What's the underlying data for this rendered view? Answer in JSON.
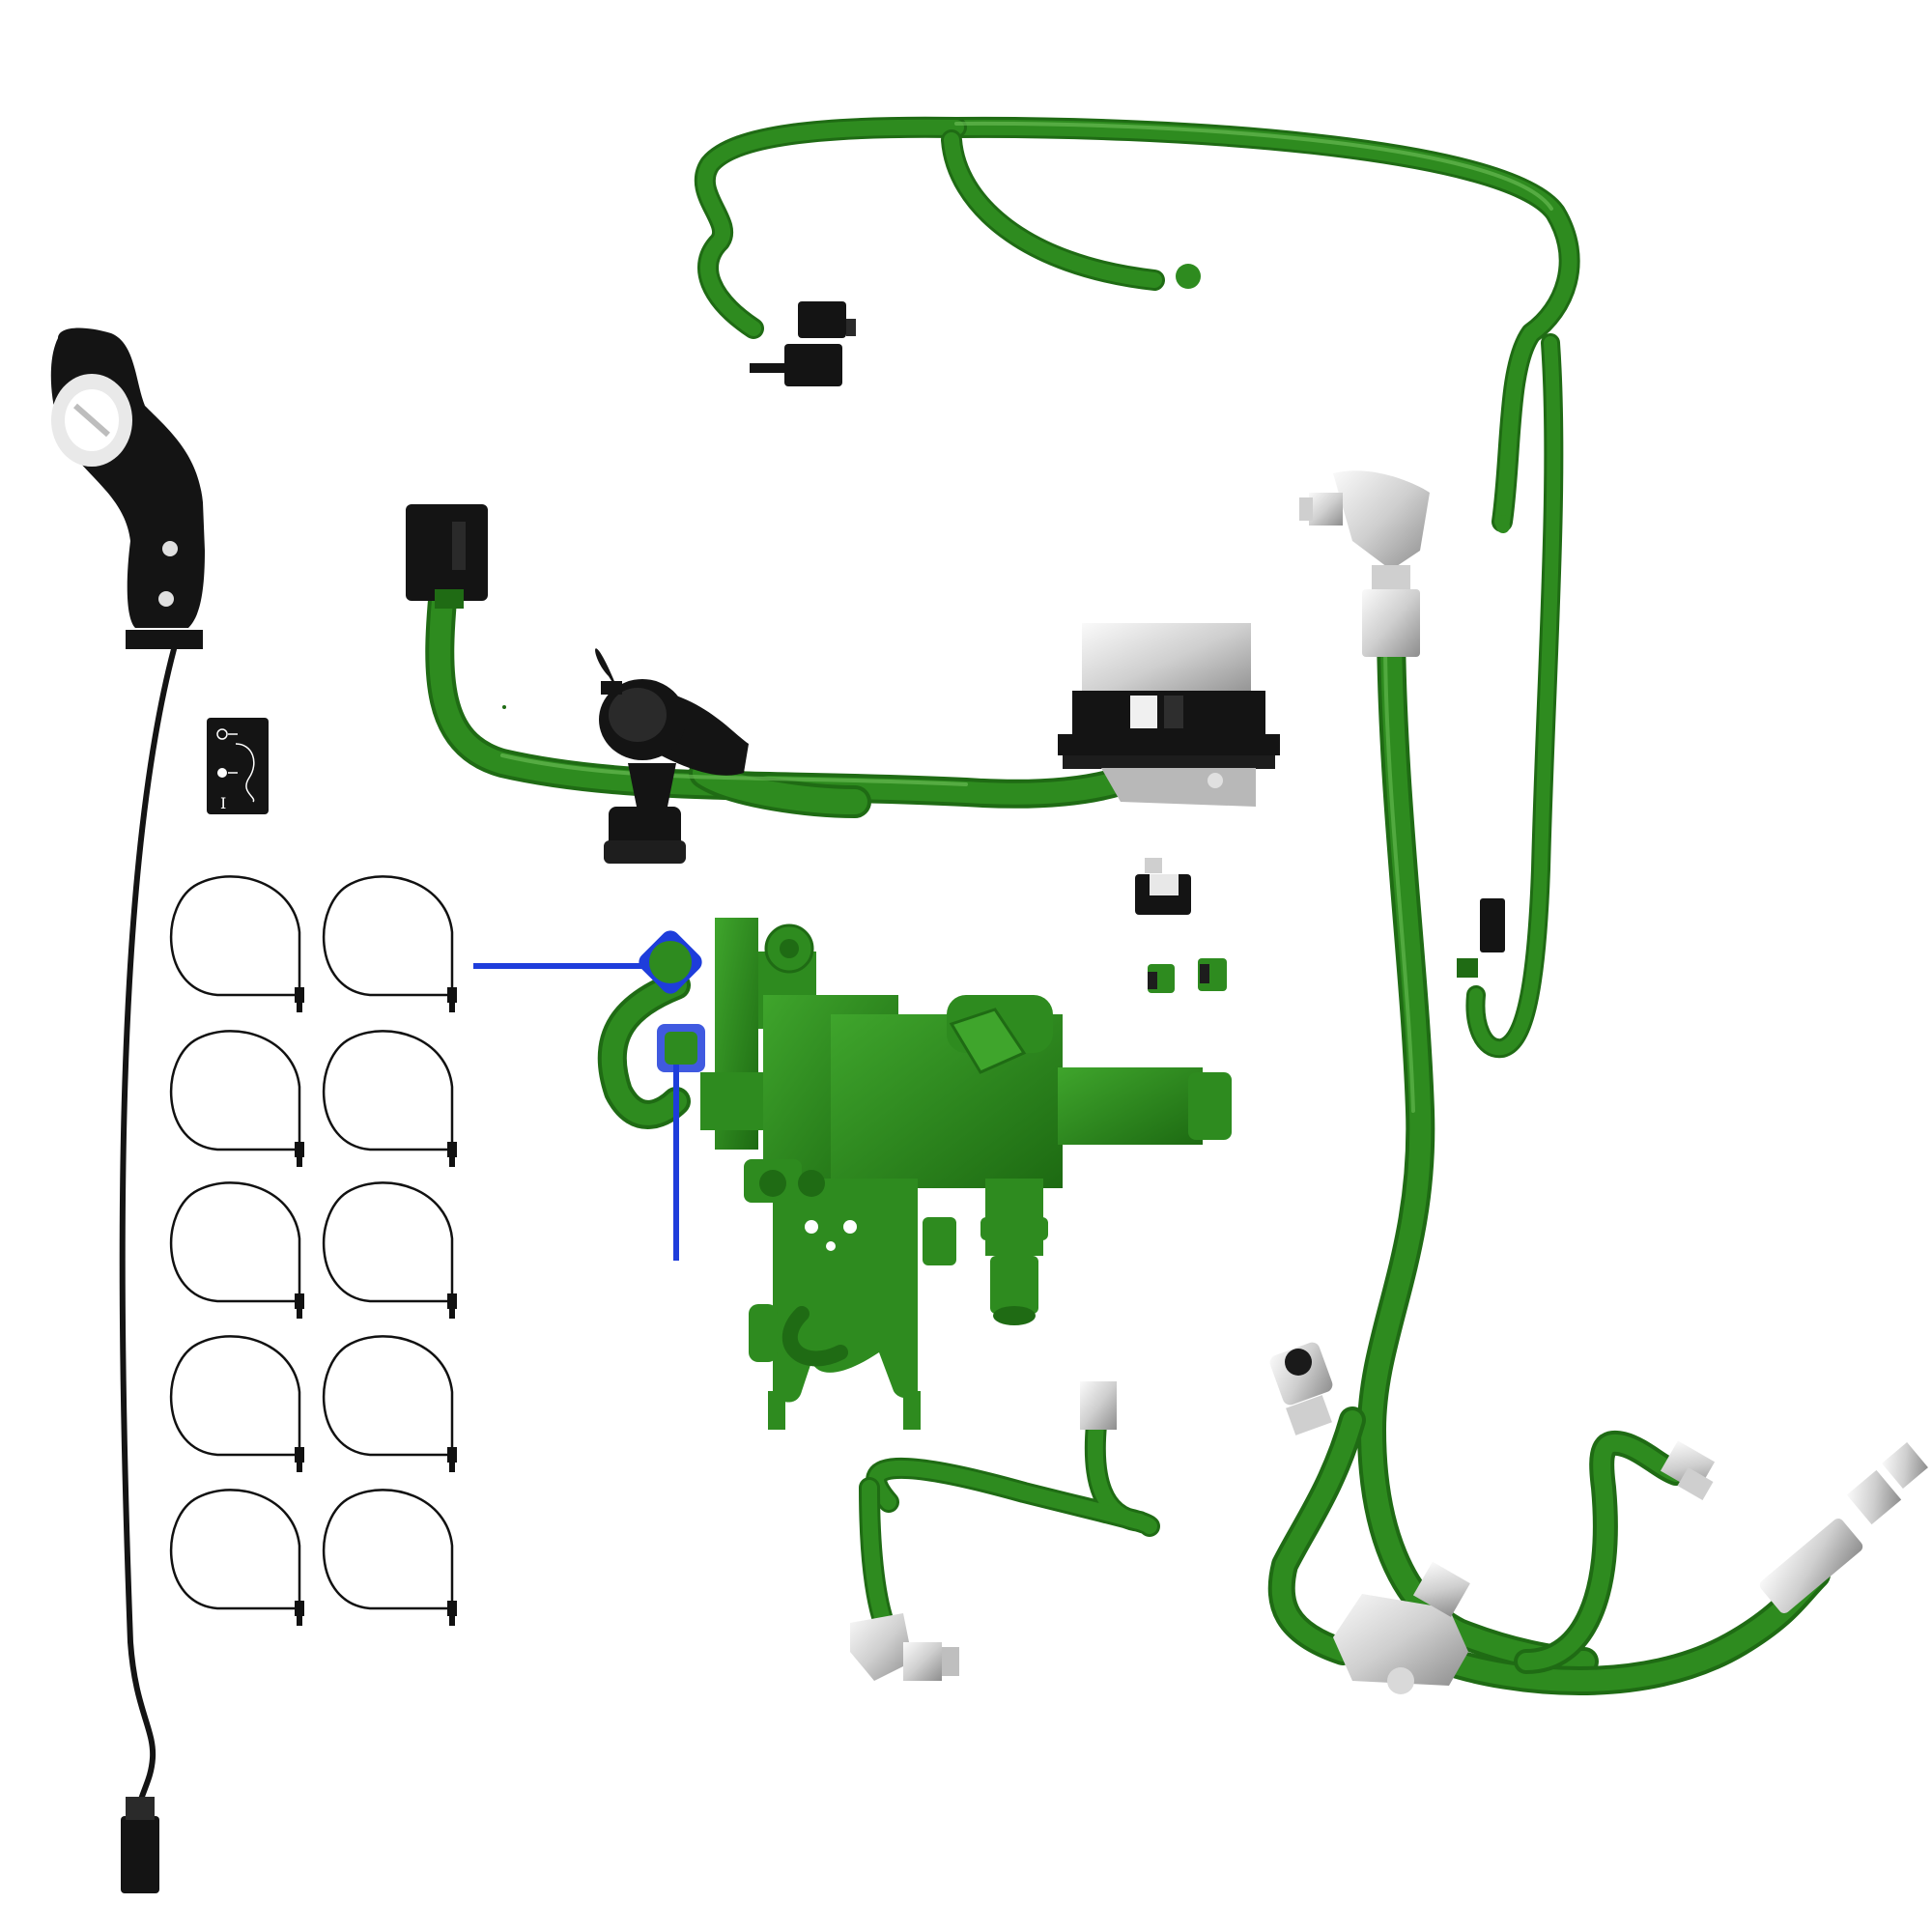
{
  "colors": {
    "background": "#ffffff",
    "hose_green": "#2e8b1f",
    "hose_green_dark": "#1f6b14",
    "hose_highlight": "#6fc25a",
    "part_black": "#141414",
    "metal_light": "#e4e4e4",
    "metal_dark": "#9a9a9a",
    "flow_arrow_blue": "#1e3ddb",
    "tie_black": "#111111"
  },
  "decal": {
    "icons": [
      "valve-open-icon",
      "valve-closed-icon"
    ],
    "roman_numeral": "I"
  },
  "cable_ties": {
    "count": 10,
    "columns": 2,
    "rows": 5
  }
}
